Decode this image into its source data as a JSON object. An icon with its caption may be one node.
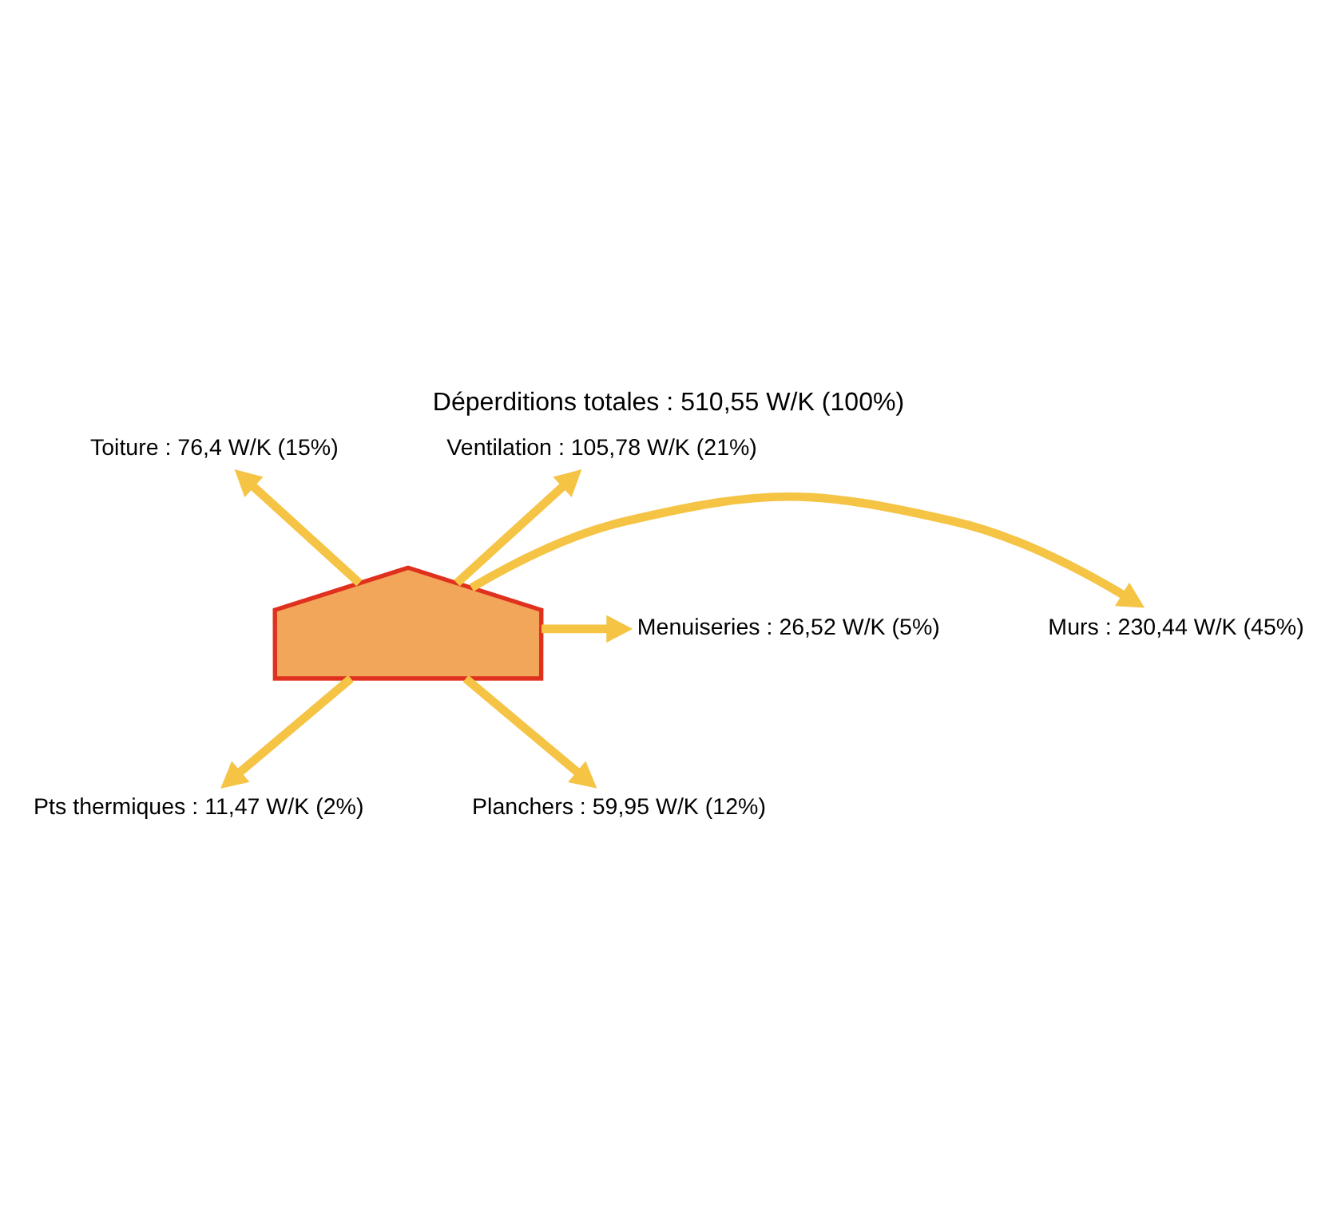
{
  "diagram": {
    "title": "Déperditions totales : 510,55 W/K (100%)",
    "nodes": [
      {
        "text": [],
        "shape": "house"
      },
      {
        "text": [
          "Toiture : 76,4 W/K (15%)"
        ]
      },
      {
        "text": [
          "Ventilation : 105,78 W/K (21%)"
        ]
      },
      {
        "text": [
          "Murs : 230,44 W/K (45%)"
        ]
      },
      {
        "text": [
          "Menuiseries : 26,52 W/K (5%)"
        ]
      },
      {
        "text": [
          "Pts thermiques : 11,47 W/K (2%)"
        ]
      },
      {
        "text": [
          "Planchers : 59,95 W/K (12%)"
        ]
      }
    ],
    "edges": [
      {
        "from": 0,
        "to": 1,
        "arrow": "to"
      },
      {
        "from": 0,
        "to": 2,
        "arrow": "to"
      },
      {
        "from": 0,
        "to": 3,
        "arrow": "to"
      },
      {
        "from": 0,
        "to": 4,
        "arrow": "to"
      },
      {
        "from": 0,
        "to": 5,
        "arrow": "to"
      },
      {
        "from": 0,
        "to": 6,
        "arrow": "to"
      }
    ]
  }
}
